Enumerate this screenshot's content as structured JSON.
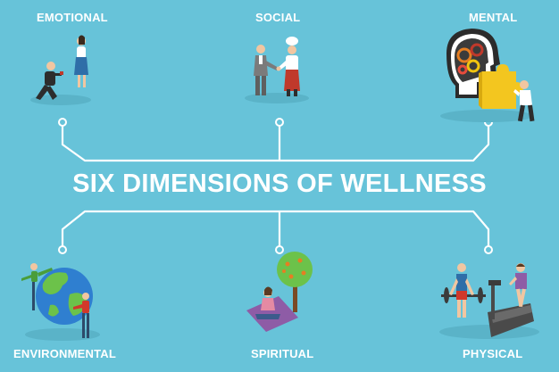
{
  "title": "SIX DIMENSIONS OF WELLNESS",
  "dimensions": {
    "emotional": "EMOTIONAL",
    "social": "SOCIAL",
    "mental": "MENTAL",
    "environmental": "ENVIRONMENTAL",
    "spiritual": "SPIRITUAL",
    "physical": "PHYSICAL"
  },
  "colors": {
    "background": "#67c3d9",
    "line": "#ffffff",
    "text": "#ffffff"
  }
}
